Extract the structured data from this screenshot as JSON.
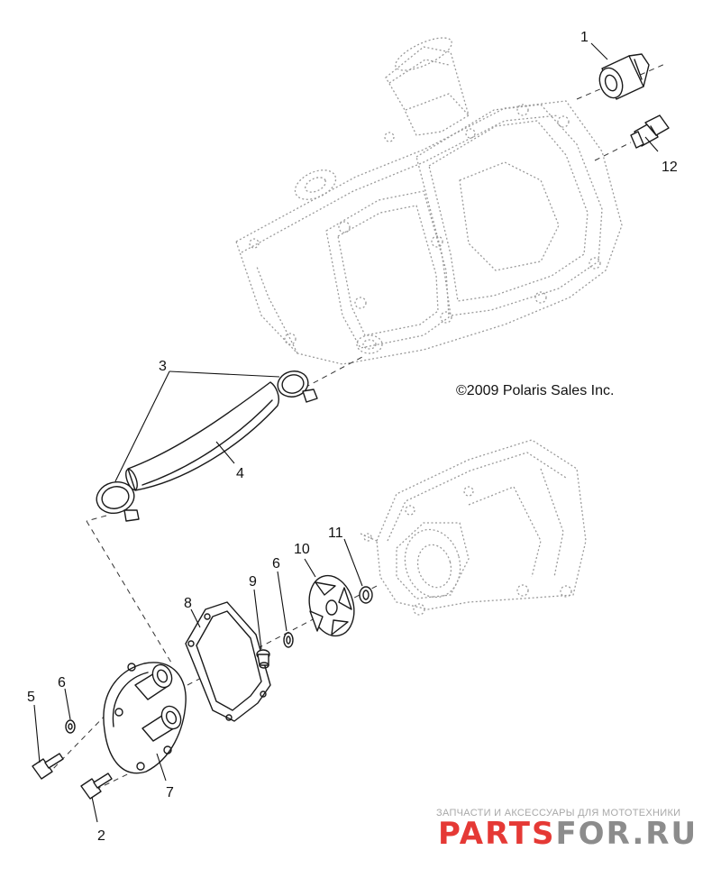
{
  "diagram": {
    "copyright": "©2009 Polaris Sales Inc.",
    "callouts": [
      "1",
      "12",
      "3",
      "4",
      "5",
      "6",
      "2",
      "7",
      "8",
      "9",
      "6",
      "10",
      "11"
    ],
    "watermark": {
      "tagline": "ЗАПЧАСТИ И АКСЕССУАРЫ ДЛЯ МОТОТЕХНИКИ",
      "brand_left": "PARTS",
      "brand_right": "FOR.RU",
      "color_left": "#e53935",
      "color_right": "#8c8c8c"
    }
  }
}
